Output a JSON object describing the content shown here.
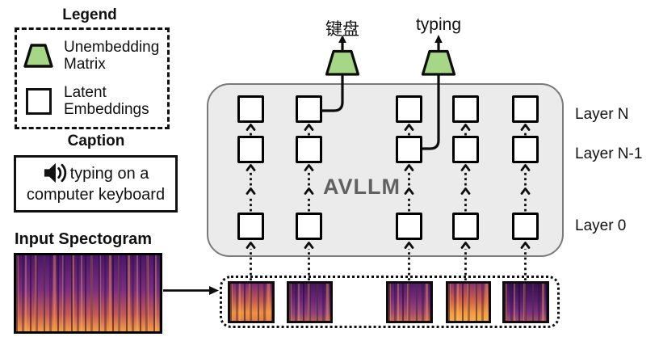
{
  "legend": {
    "title": "Legend",
    "items": [
      {
        "icon": "unembedding-matrix-icon",
        "label": "Unembedding Matrix"
      },
      {
        "icon": "latent-embeddings-icon",
        "label": "Latent Embeddings"
      }
    ]
  },
  "caption": {
    "title": "Caption",
    "icon": "speaker-icon",
    "text": "typing on a computer keyboard"
  },
  "input_spectrogram": {
    "title": "Input Spectogram"
  },
  "model": {
    "name": "AVLLM",
    "layer_labels": [
      "Layer N",
      "Layer N-1",
      "Layer 0"
    ],
    "outputs": [
      "键盘",
      "typing"
    ],
    "columns": 5,
    "patch_count": 5
  },
  "colors": {
    "accent_green": "#a6d786",
    "model_box_fill": "#ebebeb",
    "model_box_border": "#7a7a7a",
    "model_label_text": "#616161",
    "spectrogram_palette": {
      "main": [
        "#4a1668",
        "#7c2d80",
        "#c65a54",
        "#f59d43"
      ],
      "patches": [
        [
          "#7c2b76",
          "#c25a52",
          "#ef923f",
          "#e87d42"
        ],
        [
          "#49165f",
          "#6b2878",
          "#8e3f7e",
          "#b75f59"
        ],
        [
          "#521b6b",
          "#7c2e79",
          "#a54a6e",
          "#c96b4f"
        ],
        [
          "#8c346e",
          "#d06049",
          "#f49a3d",
          "#f6b040"
        ],
        [
          "#38104f",
          "#571d6d",
          "#7c307b",
          "#a04f66"
        ]
      ]
    }
  }
}
